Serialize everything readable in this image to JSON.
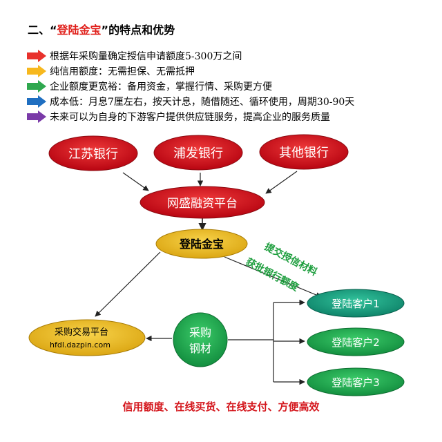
{
  "title": {
    "prefix": "二、“",
    "highlight": "登陆金宝",
    "suffix": "”的特点和优势"
  },
  "features": [
    {
      "text": "根据年采购量确定授信申请额度5-300万之间",
      "color": "#e8312c"
    },
    {
      "text": "纯信用额度：无需担保、无需抵押",
      "color": "#f7b81e"
    },
    {
      "text": "企业额度更宽裕：备用资金，掌握行情、采购更方便",
      "color": "#2fa84f"
    },
    {
      "text": "成本低：月息7厘左右，按天计息，随借随还、循环使用，周期30-90天",
      "color": "#1f6fc1"
    },
    {
      "text": "未来可以为自身的下游客户提供供应链服务，提高企业的服务质量",
      "color": "#7a3aa8"
    }
  ],
  "nodes": {
    "bank1": "江苏银行",
    "bank2": "浦发银行",
    "bank3": "其他银行",
    "platform": "网盛融资平台",
    "jinbao": "登陆金宝",
    "trade_name": "采购交易平台",
    "trade_url": "hfdl.dazpin.com",
    "steel_line1": "采购",
    "steel_line2": "钢材",
    "customer1": "登陆客户1",
    "customer2": "登陆客户2",
    "customer3": "登陆客户3"
  },
  "annotations": {
    "submit": "提交授信材料",
    "approve": "获批银行额度"
  },
  "footer": "信用额度、在线买货、在线支付、方便高效",
  "colors": {
    "red_node": "#c8101c",
    "gold_node": "#e9b820",
    "green_node": "#16a04a",
    "teal_node": "#12967a",
    "annotation_green": "#1e9e3e",
    "footer_red": "#d4161c"
  }
}
